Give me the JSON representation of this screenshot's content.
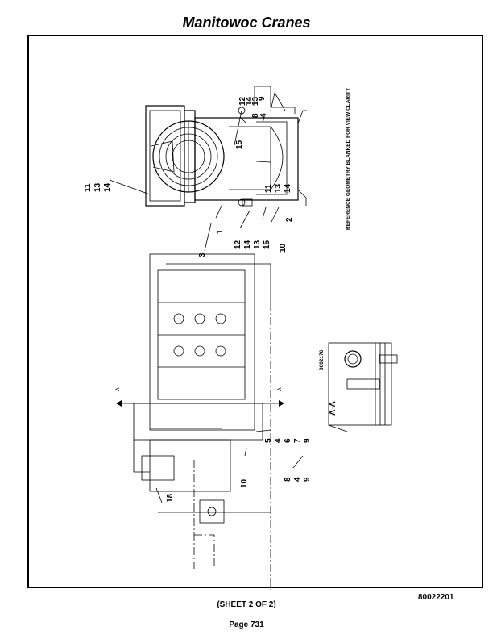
{
  "header": {
    "title": "Manitowoc Cranes"
  },
  "drawing": {
    "note": "REFERENCE GEOMETRY BLANKED FOR VIEW CLARITY",
    "section_label": "A-A",
    "section_marker": "A",
    "small_code": "8002176",
    "callouts_top_left": [
      "11",
      "13",
      "14"
    ],
    "callouts_top_mid": [
      "12",
      "14",
      "13"
    ],
    "callouts_top_8_4": [
      "8",
      "4"
    ],
    "callout_9_top": "9",
    "callout_15_top": "15",
    "callouts_right_11": [
      "11",
      "13",
      "14"
    ],
    "callout_3": "3",
    "callout_1": "1",
    "callouts_bottom_12": [
      "12",
      "14",
      "13",
      "15"
    ],
    "callout_10_top": "10",
    "callout_2": "2",
    "callouts_side_5": [
      "5",
      "4",
      "6",
      "7",
      "9"
    ],
    "callouts_side_8": [
      "8",
      "4",
      "9"
    ],
    "callout_10_side": "10",
    "callout_18": "18"
  },
  "footer": {
    "drawing_number": "80022201",
    "sheet": "(SHEET 2 OF 2)",
    "page": "Page 731"
  }
}
